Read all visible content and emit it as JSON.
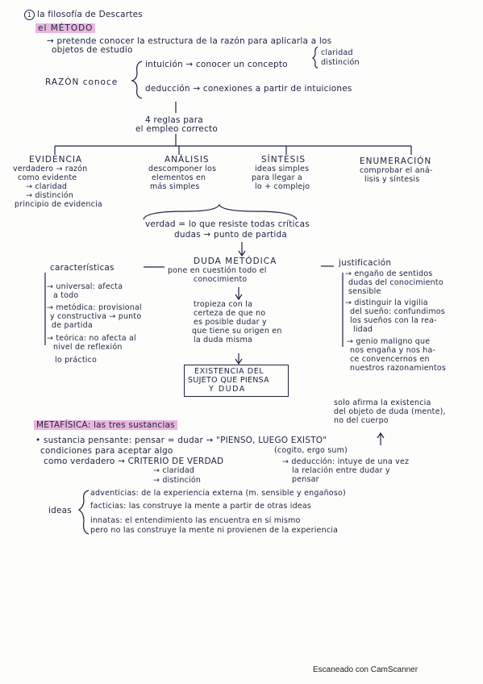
{
  "title": "la filosofía de Descartes",
  "title_number": "1",
  "metodo": {
    "heading": "el MÉTODO",
    "intro_1": "→ pretende conocer la estructura de la razón para aplicarla a los",
    "intro_2": "objetos de estudio",
    "razon_conoce": "RAZÓN conoce",
    "intuicion": "intuición → conocer un concepto",
    "claridad": "claridad",
    "distincion": "distinción",
    "deduccion": "deducción → conexiones a partir de intuiciones",
    "reglas_1": "4 reglas para",
    "reglas_2": "el empleo correcto"
  },
  "reglas": {
    "evidencia": {
      "title": "EVIDENCIA",
      "lines": [
        "verdadero → razón",
        "como evidente",
        "→ claridad",
        "→ distinción",
        "principio de evidencia"
      ]
    },
    "analisis": {
      "title": "ANÁLISIS",
      "lines": [
        "descomponer los",
        "elementos en",
        "más simples"
      ]
    },
    "sintesis": {
      "title": "SÍNTESIS",
      "lines": [
        "ideas simples",
        "para llegar a",
        "lo + complejo"
      ]
    },
    "enumeracion": {
      "title": "ENUMERACIÓN",
      "lines": [
        "comprobar el aná-",
        "lisis y síntesis"
      ]
    }
  },
  "verdad": {
    "line_1": "verdad = lo que resiste todas críticas",
    "line_2": "dudas → punto de partida"
  },
  "duda": {
    "title": "DUDA METÓDICA",
    "pone": "pone en cuestión todo el",
    "pone_2": "conocimiento",
    "caracteristicas": {
      "title": "características",
      "lines": [
        "→ universal: afecta",
        "a todo",
        "→ metódica: provisional",
        "y constructiva → punto",
        "de partida",
        "→ teórica: no afecta al",
        "nivel de reflexión",
        "lo práctico"
      ]
    },
    "justificacion": {
      "title": "justificación",
      "lines": [
        "→ engaño de sentidos",
        "dudas del conocimiento",
        "sensible",
        "→ distinguir la vigilia",
        "del sueño: confundimos",
        "los sueños con la rea-",
        "lidad",
        "→ genio maligno que",
        "nos engaña y nos ha-",
        "ce convencernos en",
        "nuestros razonamientos"
      ]
    },
    "tropieza": [
      "tropieza con la",
      "certeza de que no",
      "es posible dudar y",
      "que tiene su origen en",
      "la duda misma"
    ],
    "existencia": [
      "EXISTENCIA DEL",
      "SUJETO QUE PIENSA",
      "Y DUDA"
    ],
    "solo_afirma": [
      "solo afirma la existencia",
      "del objeto de duda (mente),",
      "no del cuerpo"
    ]
  },
  "metafisica": {
    "heading": "METAFÍSICA: las tres sustancias",
    "sustancia": "• sustancia pensante: pensar = dudar → \"PIENSO, LUEGO EXISTO\"",
    "cogito": "(cogito, ergo sum)",
    "condiciones": "condiciones para aceptar algo",
    "verdadero": "como verdadero → CRITERIO DE VERDAD",
    "claridad": "→ claridad",
    "distincion": "→ distinción",
    "deduccion": [
      "→ deducción: intuye de una vez",
      "la relación entre dudar y",
      "pensar"
    ]
  },
  "ideas": {
    "label": "ideas",
    "adventicias": "adventicias: de la experiencia externa (m. sensible y engañoso)",
    "facticias": "facticias: las construye la mente a partir de otras ideas",
    "innatas_1": "innatas: el entendimiento las encuentra en sí mismo",
    "innatas_2": "pero no las construye la mente ni provienen de la experiencia"
  },
  "footer": "Escaneado con CamScanner",
  "colors": {
    "ink": "#1c2340",
    "highlight": "#e9b6dc",
    "paper": "#fdfdfc"
  }
}
